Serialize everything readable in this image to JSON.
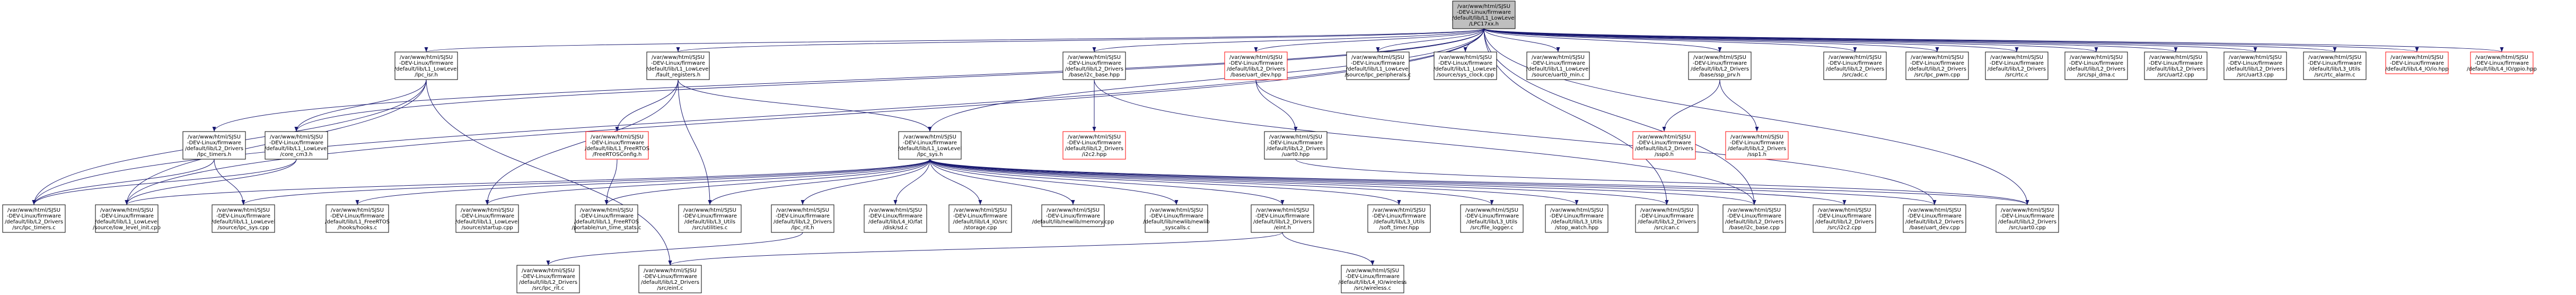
{
  "colors": {
    "node_fill": "#ffffff",
    "node_border": "#000000",
    "missing_border": "#ff0000",
    "root_fill": "#bfbfbf",
    "edge": "#191970"
  },
  "nodes": [
    {
      "id": "root",
      "lines": [
        "/var/www/html/SJSU",
        "-DEV-Linux/firmware",
        "/default/lib/L1_LowLevel",
        "/LPC17xx.h"
      ],
      "style": "root"
    },
    {
      "id": "lpc_isr_h",
      "lines": [
        "/var/www/html/SJSU",
        "-DEV-Linux/firmware",
        "/default/lib/L1_LowLevel",
        "/lpc_isr.h"
      ],
      "style": "normal"
    },
    {
      "id": "fault_registers_h",
      "lines": [
        "/var/www/html/SJSU",
        "-DEV-Linux/firmware",
        "/default/lib/L1_LowLevel",
        "/fault_registers.h"
      ],
      "style": "normal"
    },
    {
      "id": "i2c_base_hpp",
      "lines": [
        "/var/www/html/SJSU",
        "-DEV-Linux/firmware",
        "/default/lib/L2_Drivers",
        "/base/i2c_base.hpp"
      ],
      "style": "normal"
    },
    {
      "id": "uart_dev_hpp",
      "lines": [
        "/var/www/html/SJSU",
        "-DEV-Linux/firmware",
        "/default/lib/L2_Drivers",
        "/base/uart_dev.hpp"
      ],
      "style": "missing"
    },
    {
      "id": "lpc_peripherals_c",
      "lines": [
        "/var/www/html/SJSU",
        "-DEV-Linux/firmware",
        "/default/lib/L1_LowLevel",
        "/source/lpc_peripherals.c"
      ],
      "style": "normal"
    },
    {
      "id": "sys_clock_cpp",
      "lines": [
        "/var/www/html/SJSU",
        "-DEV-Linux/firmware",
        "/default/lib/L1_LowLevel",
        "/source/sys_clock.cpp"
      ],
      "style": "normal"
    },
    {
      "id": "uart0_min_c",
      "lines": [
        "/var/www/html/SJSU",
        "-DEV-Linux/firmware",
        "/default/lib/L1_LowLevel",
        "/source/uart0_min.c"
      ],
      "style": "normal"
    },
    {
      "id": "ssp_prv_h",
      "lines": [
        "/var/www/html/SJSU",
        "-DEV-Linux/firmware",
        "/default/lib/L2_Drivers",
        "/base/ssp_prv.h"
      ],
      "style": "normal"
    },
    {
      "id": "adc_c",
      "lines": [
        "/var/www/html/SJSU",
        "-DEV-Linux/firmware",
        "/default/lib/L2_Drivers",
        "/src/adc.c"
      ],
      "style": "normal"
    },
    {
      "id": "lpc_pwm_cpp",
      "lines": [
        "/var/www/html/SJSU",
        "-DEV-Linux/firmware",
        "/default/lib/L2_Drivers",
        "/src/lpc_pwm.cpp"
      ],
      "style": "normal"
    },
    {
      "id": "rtc_c",
      "lines": [
        "/var/www/html/SJSU",
        "-DEV-Linux/firmware",
        "/default/lib/L2_Drivers",
        "/src/rtc.c"
      ],
      "style": "normal"
    },
    {
      "id": "spi_dma_c",
      "lines": [
        "/var/www/html/SJSU",
        "-DEV-Linux/firmware",
        "/default/lib/L2_Drivers",
        "/src/spi_dma.c"
      ],
      "style": "normal"
    },
    {
      "id": "uart2_cpp",
      "lines": [
        "/var/www/html/SJSU",
        "-DEV-Linux/firmware",
        "/default/lib/L2_Drivers",
        "/src/uart2.cpp"
      ],
      "style": "normal"
    },
    {
      "id": "uart3_cpp",
      "lines": [
        "/var/www/html/SJSU",
        "-DEV-Linux/firmware",
        "/default/lib/L2_Drivers",
        "/src/uart3.cpp"
      ],
      "style": "normal"
    },
    {
      "id": "rtc_alarm_c",
      "lines": [
        "/var/www/html/SJSU",
        "-DEV-Linux/firmware",
        "/default/lib/L3_Utils",
        "/src/rtc_alarm.c"
      ],
      "style": "normal"
    },
    {
      "id": "l4_i2dev_h",
      "lines": [
        "/var/www/html/SJSU",
        "-DEV-Linux/firmware",
        "/default/lib/L4_IO/io.hpp"
      ],
      "style": "missing"
    },
    {
      "id": "l4_i2cgpio_hpp",
      "lines": [
        "/var/www/html/SJSU",
        "-DEV-Linux/firmware",
        "/default/lib/L4_IO/gpio.hpp"
      ],
      "style": "missing"
    },
    {
      "id": "lpc_timers_h",
      "lines": [
        "/var/www/html/SJSU",
        "-DEV-Linux/firmware",
        "/default/lib/L2_Drivers",
        "/lpc_timers.h"
      ],
      "style": "normal"
    },
    {
      "id": "core_cm3_h",
      "lines": [
        "/var/www/html/SJSU",
        "-DEV-Linux/firmware",
        "/default/lib/L1_LowLevel",
        "/core_cm3.h"
      ],
      "style": "normal"
    },
    {
      "id": "lpc_sys_h",
      "lines": [
        "/var/www/html/SJSU",
        "-DEV-Linux/firmware",
        "/default/lib/L1_LowLevel",
        "/lpc_sys.h"
      ],
      "style": "normal"
    },
    {
      "id": "freertosconfig_h",
      "lines": [
        "/var/www/html/SJSU",
        "-DEV-Linux/firmware",
        "/default/lib/L1_FreeRTOS",
        "/FreeRTOSConfig.h"
      ],
      "style": "missing"
    },
    {
      "id": "i2c2_hpp",
      "lines": [
        "/var/www/html/SJSU",
        "-DEV-Linux/firmware",
        "/default/lib/L2_Drivers",
        "/i2c2.hpp"
      ],
      "style": "missing"
    },
    {
      "id": "uart0_hpp",
      "lines": [
        "/var/www/html/SJSU",
        "-DEV-Linux/firmware",
        "/default/lib/L2_Drivers",
        "/uart0.hpp"
      ],
      "style": "normal"
    },
    {
      "id": "ssp0_h",
      "lines": [
        "/var/www/html/SJSU",
        "-DEV-Linux/firmware",
        "/default/lib/L2_Drivers",
        "/ssp0.h"
      ],
      "style": "missing"
    },
    {
      "id": "ssp1_h",
      "lines": [
        "/var/www/html/SJSU",
        "-DEV-Linux/firmware",
        "/default/lib/L2_Drivers",
        "/ssp1.h"
      ],
      "style": "missing"
    },
    {
      "id": "lpc_timers_c",
      "lines": [
        "/var/www/html/SJSU",
        "-DEV-Linux/firmware",
        "/default/lib/L2_Drivers",
        "/src/lpc_timers.c"
      ],
      "style": "normal"
    },
    {
      "id": "low_level_init_cpp",
      "lines": [
        "/var/www/html/SJSU",
        "-DEV-Linux/firmware",
        "/default/lib/L1_LowLevel",
        "/source/low_level_init.cpp"
      ],
      "style": "normal"
    },
    {
      "id": "lpc_sys_cpp",
      "lines": [
        "/var/www/html/SJSU",
        "-DEV-Linux/firmware",
        "/default/lib/L1_LowLevel",
        "/source/lpc_sys.cpp"
      ],
      "style": "normal"
    },
    {
      "id": "freertos_hooks_c",
      "lines": [
        "/var/www/html/SJSU",
        "-DEV-Linux/firmware",
        "/default/lib/L1_FreeRTOS",
        "/hooks/hooks.c"
      ],
      "style": "normal"
    },
    {
      "id": "startup_cpp",
      "lines": [
        "/var/www/html/SJSU",
        "-DEV-Linux/firmware",
        "/default/lib/L1_LowLevel",
        "/source/startup.cpp"
      ],
      "style": "normal"
    },
    {
      "id": "run_time_stats_c",
      "lines": [
        "/var/www/html/SJSU",
        "-DEV-Linux/firmware",
        "/default/lib/L1_FreeRTOS",
        "/portable/run_time_stats.c"
      ],
      "style": "normal"
    },
    {
      "id": "utilities_c",
      "lines": [
        "/var/www/html/SJSU",
        "-DEV-Linux/firmware",
        "/default/lib/L3_Utils",
        "/src/utilities.c"
      ],
      "style": "normal"
    },
    {
      "id": "lpc_rit_h",
      "lines": [
        "/var/www/html/SJSU",
        "-DEV-Linux/firmware",
        "/default/lib/L2_Drivers",
        "/lpc_rit.h"
      ],
      "style": "normal"
    },
    {
      "id": "fat_disk_sd_c",
      "lines": [
        "/var/www/html/SJSU",
        "-DEV-Linux/firmware",
        "/default/lib/L4_IO/fat",
        "/disk/sd.c"
      ],
      "style": "normal"
    },
    {
      "id": "storage_cpp",
      "lines": [
        "/var/www/html/SJSU",
        "-DEV-Linux/firmware",
        "/default/lib/L4_IO/src",
        "/storage.cpp"
      ],
      "style": "normal"
    },
    {
      "id": "newlib_memory_cpp",
      "lines": [
        "/var/www/html/SJSU",
        "-DEV-Linux/firmware",
        "/default/lib/newlib/memory.cpp"
      ],
      "style": "normal"
    },
    {
      "id": "newlib_syscalls_c",
      "lines": [
        "/var/www/html/SJSU",
        "-DEV-Linux/firmware",
        "/default/lib/newlib/newlib",
        "_syscalls.c"
      ],
      "style": "normal"
    },
    {
      "id": "eint_h",
      "lines": [
        "/var/www/html/SJSU",
        "-DEV-Linux/firmware",
        "/default/lib/L2_Drivers",
        "/eint.h"
      ],
      "style": "normal"
    },
    {
      "id": "soft_timer_hpp",
      "lines": [
        "/var/www/html/SJSU",
        "-DEV-Linux/firmware",
        "/default/lib/L3_Utils",
        "/soft_timer.hpp"
      ],
      "style": "normal"
    },
    {
      "id": "file_logger_c",
      "lines": [
        "/var/www/html/SJSU",
        "-DEV-Linux/firmware",
        "/default/lib/L3_Utils",
        "/src/file_logger.c"
      ],
      "style": "normal"
    },
    {
      "id": "stop_watch_hpp",
      "lines": [
        "/var/www/html/SJSU",
        "-DEV-Linux/firmware",
        "/default/lib/L3_Utils",
        "/stop_watch.hpp"
      ],
      "style": "normal"
    },
    {
      "id": "can_c",
      "lines": [
        "/var/www/html/SJSU",
        "-DEV-Linux/firmware",
        "/default/lib/L2_Drivers",
        "/src/can.c"
      ],
      "style": "normal"
    },
    {
      "id": "i2c_base_cpp",
      "lines": [
        "/var/www/html/SJSU",
        "-DEV-Linux/firmware",
        "/default/lib/L2_Drivers",
        "/base/i2c_base.cpp"
      ],
      "style": "normal"
    },
    {
      "id": "i2c2_cpp",
      "lines": [
        "/var/www/html/SJSU",
        "-DEV-Linux/firmware",
        "/default/lib/L2_Drivers",
        "/src/i2c2.cpp"
      ],
      "style": "normal"
    },
    {
      "id": "uart_dev_cpp",
      "lines": [
        "/var/www/html/SJSU",
        "-DEV-Linux/firmware",
        "/default/lib/L2_Drivers",
        "/base/uart_dev.cpp"
      ],
      "style": "normal"
    },
    {
      "id": "uart0_cpp",
      "lines": [
        "/var/www/html/SJSU",
        "-DEV-Linux/firmware",
        "/default/lib/L2_Drivers",
        "/src/uart0.cpp"
      ],
      "style": "normal"
    },
    {
      "id": "lpc_rit_c",
      "lines": [
        "/var/www/html/SJSU",
        "-DEV-Linux/firmware",
        "/default/lib/L2_Drivers",
        "/src/lpc_rit.c"
      ],
      "style": "normal"
    },
    {
      "id": "eint_c",
      "lines": [
        "/var/www/html/SJSU",
        "-DEV-Linux/firmware",
        "/default/lib/L2_Drivers",
        "/src/eint.c"
      ],
      "style": "normal"
    },
    {
      "id": "wireless_c",
      "lines": [
        "/var/www/html/SJSU",
        "-DEV-Linux/firmware",
        "/default/lib/L4_IO/wireless",
        "/src/wireless.c"
      ],
      "style": "normal"
    }
  ],
  "edges": [
    [
      "root",
      "lpc_isr_h"
    ],
    [
      "root",
      "fault_registers_h"
    ],
    [
      "root",
      "i2c_base_hpp"
    ],
    [
      "root",
      "uart_dev_hpp"
    ],
    [
      "root",
      "lpc_peripherals_c"
    ],
    [
      "root",
      "sys_clock_cpp"
    ],
    [
      "root",
      "uart0_min_c"
    ],
    [
      "root",
      "ssp_prv_h"
    ],
    [
      "root",
      "adc_c"
    ],
    [
      "root",
      "lpc_pwm_cpp"
    ],
    [
      "root",
      "rtc_c"
    ],
    [
      "root",
      "spi_dma_c"
    ],
    [
      "root",
      "uart2_cpp"
    ],
    [
      "root",
      "uart3_cpp"
    ],
    [
      "root",
      "rtc_alarm_c"
    ],
    [
      "root",
      "l4_i2dev_h"
    ],
    [
      "root",
      "l4_i2cgpio_hpp"
    ],
    [
      "root",
      "lpc_timers_h"
    ],
    [
      "root",
      "core_cm3_h"
    ],
    [
      "root",
      "lpc_sys_h"
    ],
    [
      "root",
      "lpc_timers_c"
    ],
    [
      "root",
      "low_level_init_cpp"
    ],
    [
      "root",
      "i2c_base_cpp"
    ],
    [
      "root",
      "can_c"
    ],
    [
      "root",
      "uart0_cpp"
    ],
    [
      "lpc_isr_h",
      "core_cm3_h"
    ],
    [
      "lpc_isr_h",
      "low_level_init_cpp"
    ],
    [
      "lpc_isr_h",
      "lpc_timers_c"
    ],
    [
      "lpc_isr_h",
      "eint_c"
    ],
    [
      "fault_registers_h",
      "freertosconfig_h"
    ],
    [
      "fault_registers_h",
      "startup_cpp"
    ],
    [
      "fault_registers_h",
      "lpc_sys_h"
    ],
    [
      "fault_registers_h",
      "utilities_c"
    ],
    [
      "freertosconfig_h",
      "run_time_stats_c"
    ],
    [
      "i2c_base_hpp",
      "i2c2_hpp"
    ],
    [
      "i2c_base_hpp",
      "i2c_base_cpp"
    ],
    [
      "uart_dev_hpp",
      "uart0_hpp"
    ],
    [
      "uart_dev_hpp",
      "uart_dev_cpp"
    ],
    [
      "uart0_hpp",
      "uart0_cpp"
    ],
    [
      "ssp_prv_h",
      "ssp0_h"
    ],
    [
      "ssp_prv_h",
      "ssp1_h"
    ],
    [
      "lpc_timers_h",
      "lpc_timers_c"
    ],
    [
      "lpc_timers_h",
      "lpc_sys_cpp"
    ],
    [
      "core_cm3_h",
      "low_level_init_cpp"
    ],
    [
      "core_cm3_h",
      "lpc_timers_c"
    ],
    [
      "lpc_sys_h",
      "low_level_init_cpp"
    ],
    [
      "lpc_sys_h",
      "lpc_sys_cpp"
    ],
    [
      "lpc_sys_h",
      "freertos_hooks_c"
    ],
    [
      "lpc_sys_h",
      "startup_cpp"
    ],
    [
      "lpc_sys_h",
      "run_time_stats_c"
    ],
    [
      "lpc_sys_h",
      "utilities_c"
    ],
    [
      "lpc_sys_h",
      "lpc_rit_h"
    ],
    [
      "lpc_sys_h",
      "fat_disk_sd_c"
    ],
    [
      "lpc_sys_h",
      "storage_cpp"
    ],
    [
      "lpc_sys_h",
      "newlib_memory_cpp"
    ],
    [
      "lpc_sys_h",
      "newlib_syscalls_c"
    ],
    [
      "lpc_sys_h",
      "eint_h"
    ],
    [
      "lpc_sys_h",
      "soft_timer_hpp"
    ],
    [
      "lpc_sys_h",
      "file_logger_c"
    ],
    [
      "lpc_sys_h",
      "stop_watch_hpp"
    ],
    [
      "lpc_sys_h",
      "can_c"
    ],
    [
      "lpc_sys_h",
      "i2c_base_cpp"
    ],
    [
      "lpc_sys_h",
      "i2c2_cpp"
    ],
    [
      "lpc_sys_h",
      "uart_dev_cpp"
    ],
    [
      "lpc_sys_h",
      "uart0_cpp"
    ],
    [
      "lpc_rit_h",
      "lpc_rit_c"
    ],
    [
      "eint_h",
      "eint_c"
    ],
    [
      "eint_h",
      "wireless_c"
    ]
  ]
}
